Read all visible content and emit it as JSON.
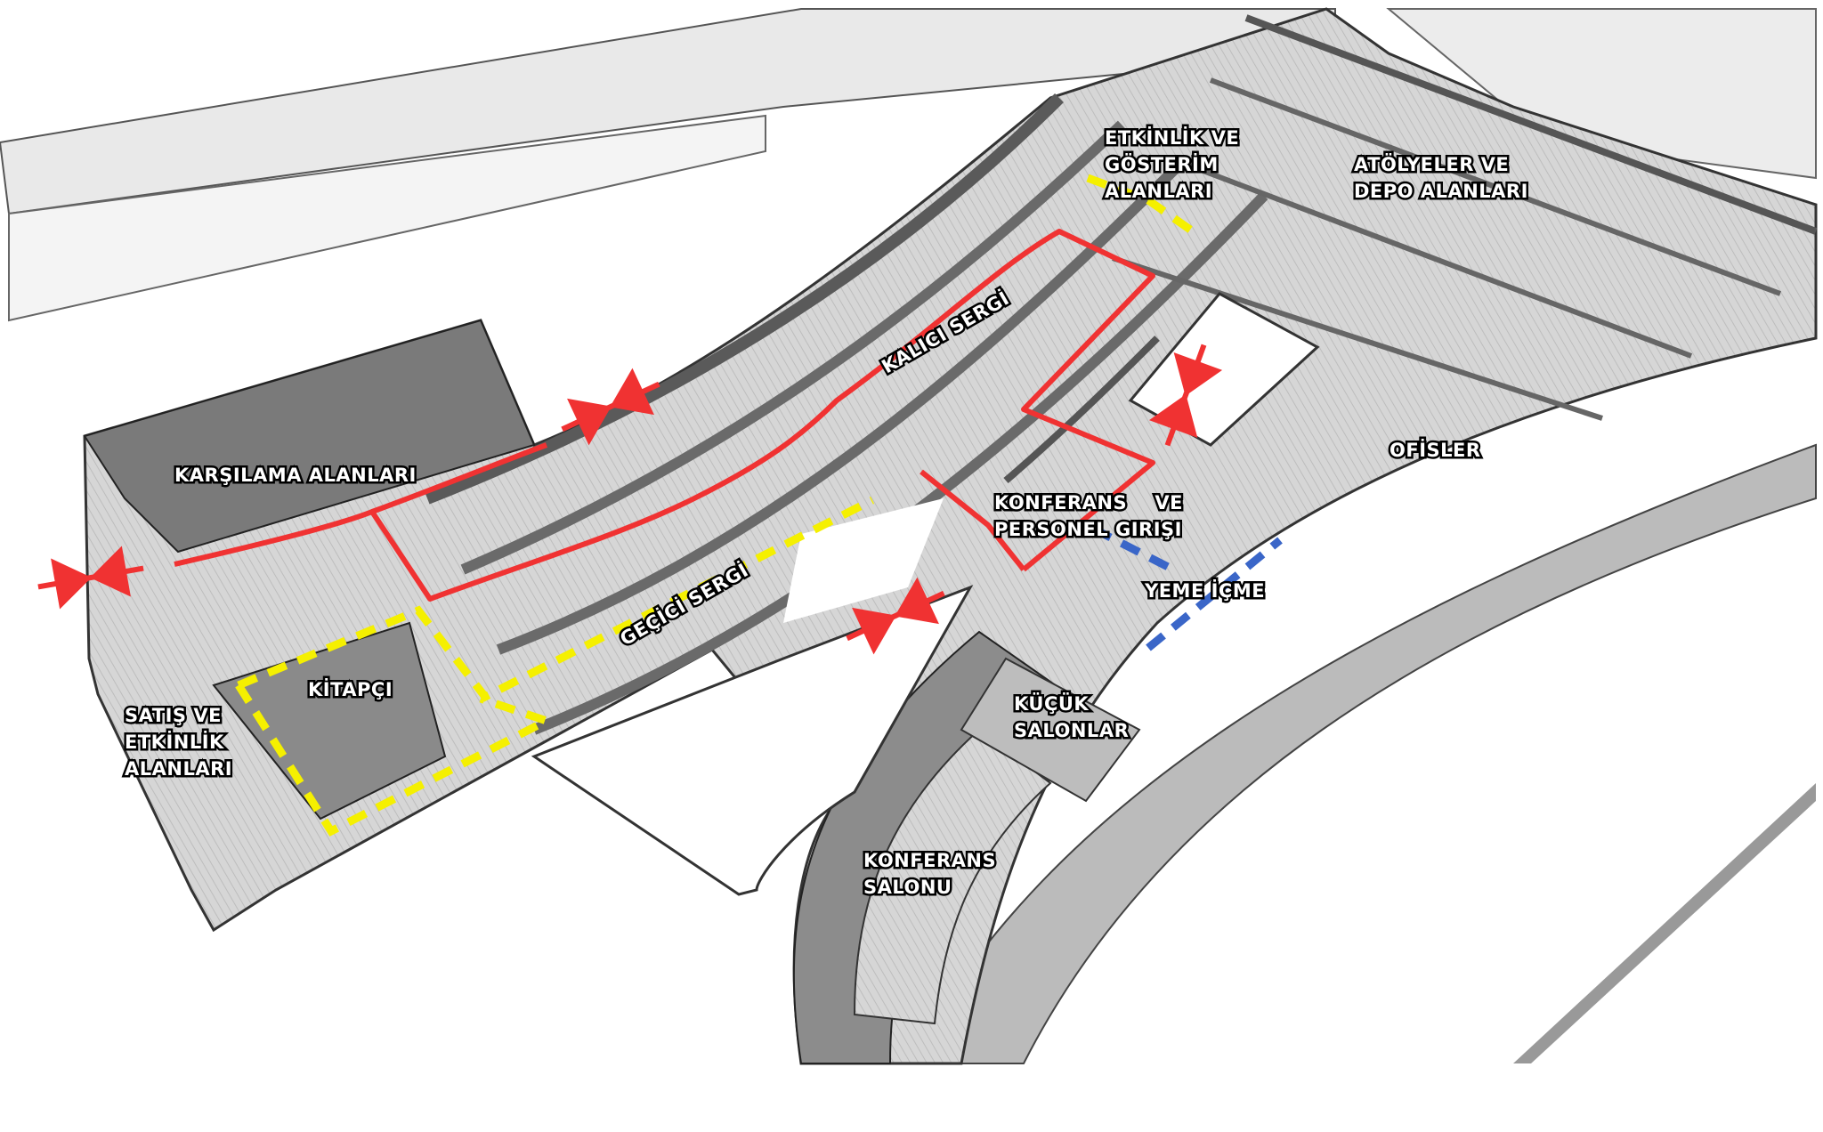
{
  "colors": {
    "route_main": "#f03232",
    "route_temporary": "#f5f000",
    "route_food": "#3a66c8",
    "entrance": "#f03232",
    "floor": "#cfcfcf",
    "wall": "#6e6e6e"
  },
  "labels": {
    "events": [
      "ETKİNLİK VE",
      "GÖSTERİM",
      "ALANLARI"
    ],
    "workshops": [
      "ATÖLYELER VE",
      "DEPO ALANLARI"
    ],
    "permanent": "KALICI SERGİ",
    "reception": "KARŞILAMA ALANLARI",
    "conference_entry": [
      "KONFERANS    VE",
      "PERSONEL GIRIŞI"
    ],
    "offices": "OFİSLER",
    "food": "YEME İÇME",
    "temporary": "GEÇİCİ SERGİ",
    "bookstore": "KİTAPÇI",
    "sales": [
      "SATIŞ VE",
      "ETKİNLİK",
      "ALANLARI"
    ],
    "small_halls": [
      "KÜÇÜK",
      "SALONLAR"
    ],
    "conference_hall": [
      "KONFERANS",
      "SALONU"
    ]
  },
  "legend_icons": [
    "entrance-icon",
    "main-route",
    "temporary-route",
    "food-route"
  ]
}
